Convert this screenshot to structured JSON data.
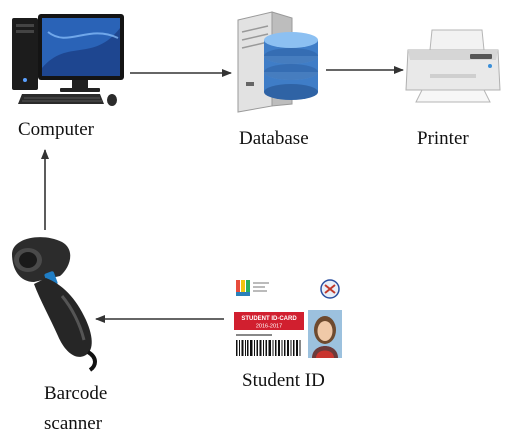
{
  "nodes": {
    "computer": {
      "label": "Computer"
    },
    "database": {
      "label": "Database"
    },
    "printer": {
      "label": "Printer"
    },
    "student_id": {
      "label": "Student ID"
    },
    "barcode_scanner": {
      "label_line1": "Barcode",
      "label_line2": "scanner"
    }
  },
  "student_card": {
    "banner": "STUDENT ID-CARD",
    "years": "2016-2017"
  },
  "edges": [
    {
      "from": "computer",
      "to": "database"
    },
    {
      "from": "database",
      "to": "printer"
    },
    {
      "from": "student_id",
      "to": "barcode_scanner"
    },
    {
      "from": "barcode_scanner",
      "to": "computer"
    }
  ],
  "colors": {
    "arrow": "#333333",
    "card_banner": "#d11f2f",
    "monitor_screen": "#2a63b7",
    "database_cylinder": "#3f7dc7"
  }
}
